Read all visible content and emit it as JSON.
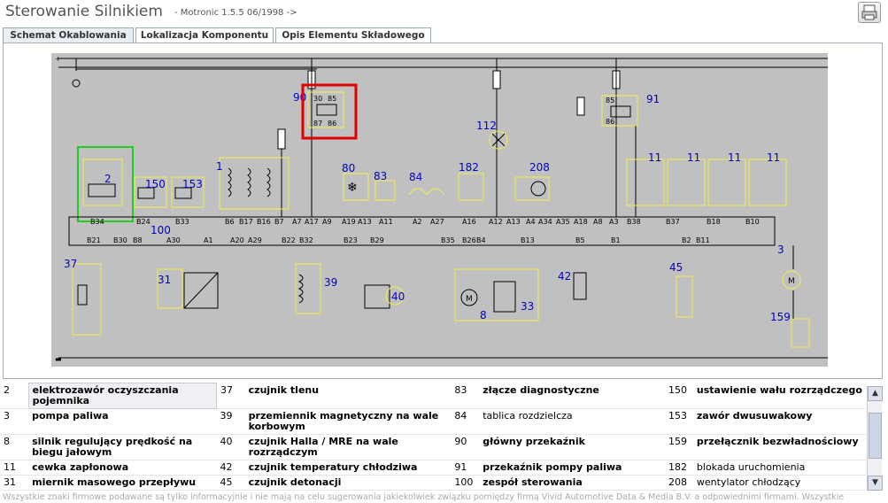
{
  "header": {
    "title": "Sterowanie Silnikiem",
    "subtitle": "- Motronic 1.5.5 06/1998 ->"
  },
  "toolbar": {
    "print_icon": "print-icon"
  },
  "tabs": [
    {
      "label": "Schemat Okablowania",
      "active": true
    },
    {
      "label": "Lokalizacja Komponentu",
      "active": false
    },
    {
      "label": "Opis Elementu Składowego",
      "active": false
    }
  ],
  "diagram": {
    "components_top": [
      "90",
      "112",
      "91",
      "2",
      "150",
      "153",
      "1",
      "80",
      "83",
      "84",
      "182",
      "208",
      "11",
      "11",
      "11",
      "11",
      "100"
    ],
    "components_bottom": [
      "37",
      "31",
      "39",
      "40",
      "42",
      "45",
      "3",
      "159",
      "8",
      "33"
    ],
    "pins_row1": [
      "B34",
      "B24",
      "B33",
      "B6",
      "B17",
      "B16",
      "B7",
      "A7",
      "A17",
      "A9",
      "A19",
      "A13",
      "A11",
      "A2",
      "A27",
      "A16",
      "A12",
      "A13",
      "A4",
      "A34",
      "A35",
      "A18",
      "A8",
      "A3",
      "B38",
      "B37",
      "B18",
      "B10"
    ],
    "pins_row2": [
      "B21",
      "B30",
      "B8",
      "A30",
      "A1",
      "A20",
      "A29",
      "B22",
      "B32",
      "B23",
      "B29",
      "B35",
      "B26",
      "B4",
      "B13",
      "B5",
      "B1",
      "B2",
      "B11"
    ],
    "relay_pins": [
      "30",
      "85",
      "87",
      "86"
    ],
    "colors": {
      "background": "#c0c0c0",
      "component": "#f4ef4a",
      "label": "#0000cc",
      "wire": "#000000",
      "highlight_red": "#e00000",
      "highlight_green": "#22cc22"
    }
  },
  "legend": {
    "rows": [
      [
        {
          "n": "2",
          "d": "elektrozawór oczyszczania pojemnika",
          "b": true
        },
        {
          "n": "37",
          "d": "czujnik tlenu",
          "b": true
        },
        {
          "n": "83",
          "d": "złącze diagnostyczne",
          "b": true
        },
        {
          "n": "150",
          "d": "ustawienie wału rozrządczego",
          "b": true
        }
      ],
      [
        {
          "n": "3",
          "d": "pompa paliwa",
          "b": true
        },
        {
          "n": "39",
          "d": "przemiennik magnetyczny na wale korbowym",
          "b": true
        },
        {
          "n": "84",
          "d": "tablica rozdzielcza",
          "b": false
        },
        {
          "n": "153",
          "d": "zawór dwusuwakowy",
          "b": true
        }
      ],
      [
        {
          "n": "8",
          "d": "silnik regulujący prędkość na biegu jałowym",
          "b": true
        },
        {
          "n": "40",
          "d": "czujnik Halla / MRE na wale rozrządczym",
          "b": true
        },
        {
          "n": "90",
          "d": "główny przekaźnik",
          "b": true
        },
        {
          "n": "159",
          "d": "przełącznik bezwładnościowy",
          "b": true
        }
      ],
      [
        {
          "n": "11",
          "d": "cewka zapłonowa",
          "b": true
        },
        {
          "n": "42",
          "d": "czujnik temperatury chłodziwa",
          "b": true
        },
        {
          "n": "91",
          "d": "przekaźnik pompy paliwa",
          "b": true
        },
        {
          "n": "182",
          "d": "blokada uruchomienia",
          "b": false
        }
      ],
      [
        {
          "n": "31",
          "d": "miernik masowego przepływu",
          "b": true
        },
        {
          "n": "45",
          "d": "czujnik detonacji",
          "b": true
        },
        {
          "n": "100",
          "d": "zespół sterowania",
          "b": true
        },
        {
          "n": "208",
          "d": "wentylator chłodzący",
          "b": false
        }
      ]
    ]
  },
  "footer": {
    "text": "Wszystkie znaki firmowe podawane są tylko informacyjnie i nie mają na celu sugerowania jakiekolwiek związku pomiędzy firmą Vivid Automotive Data & Media B.V. a odpowiednimi firmami. Wszystkie"
  }
}
